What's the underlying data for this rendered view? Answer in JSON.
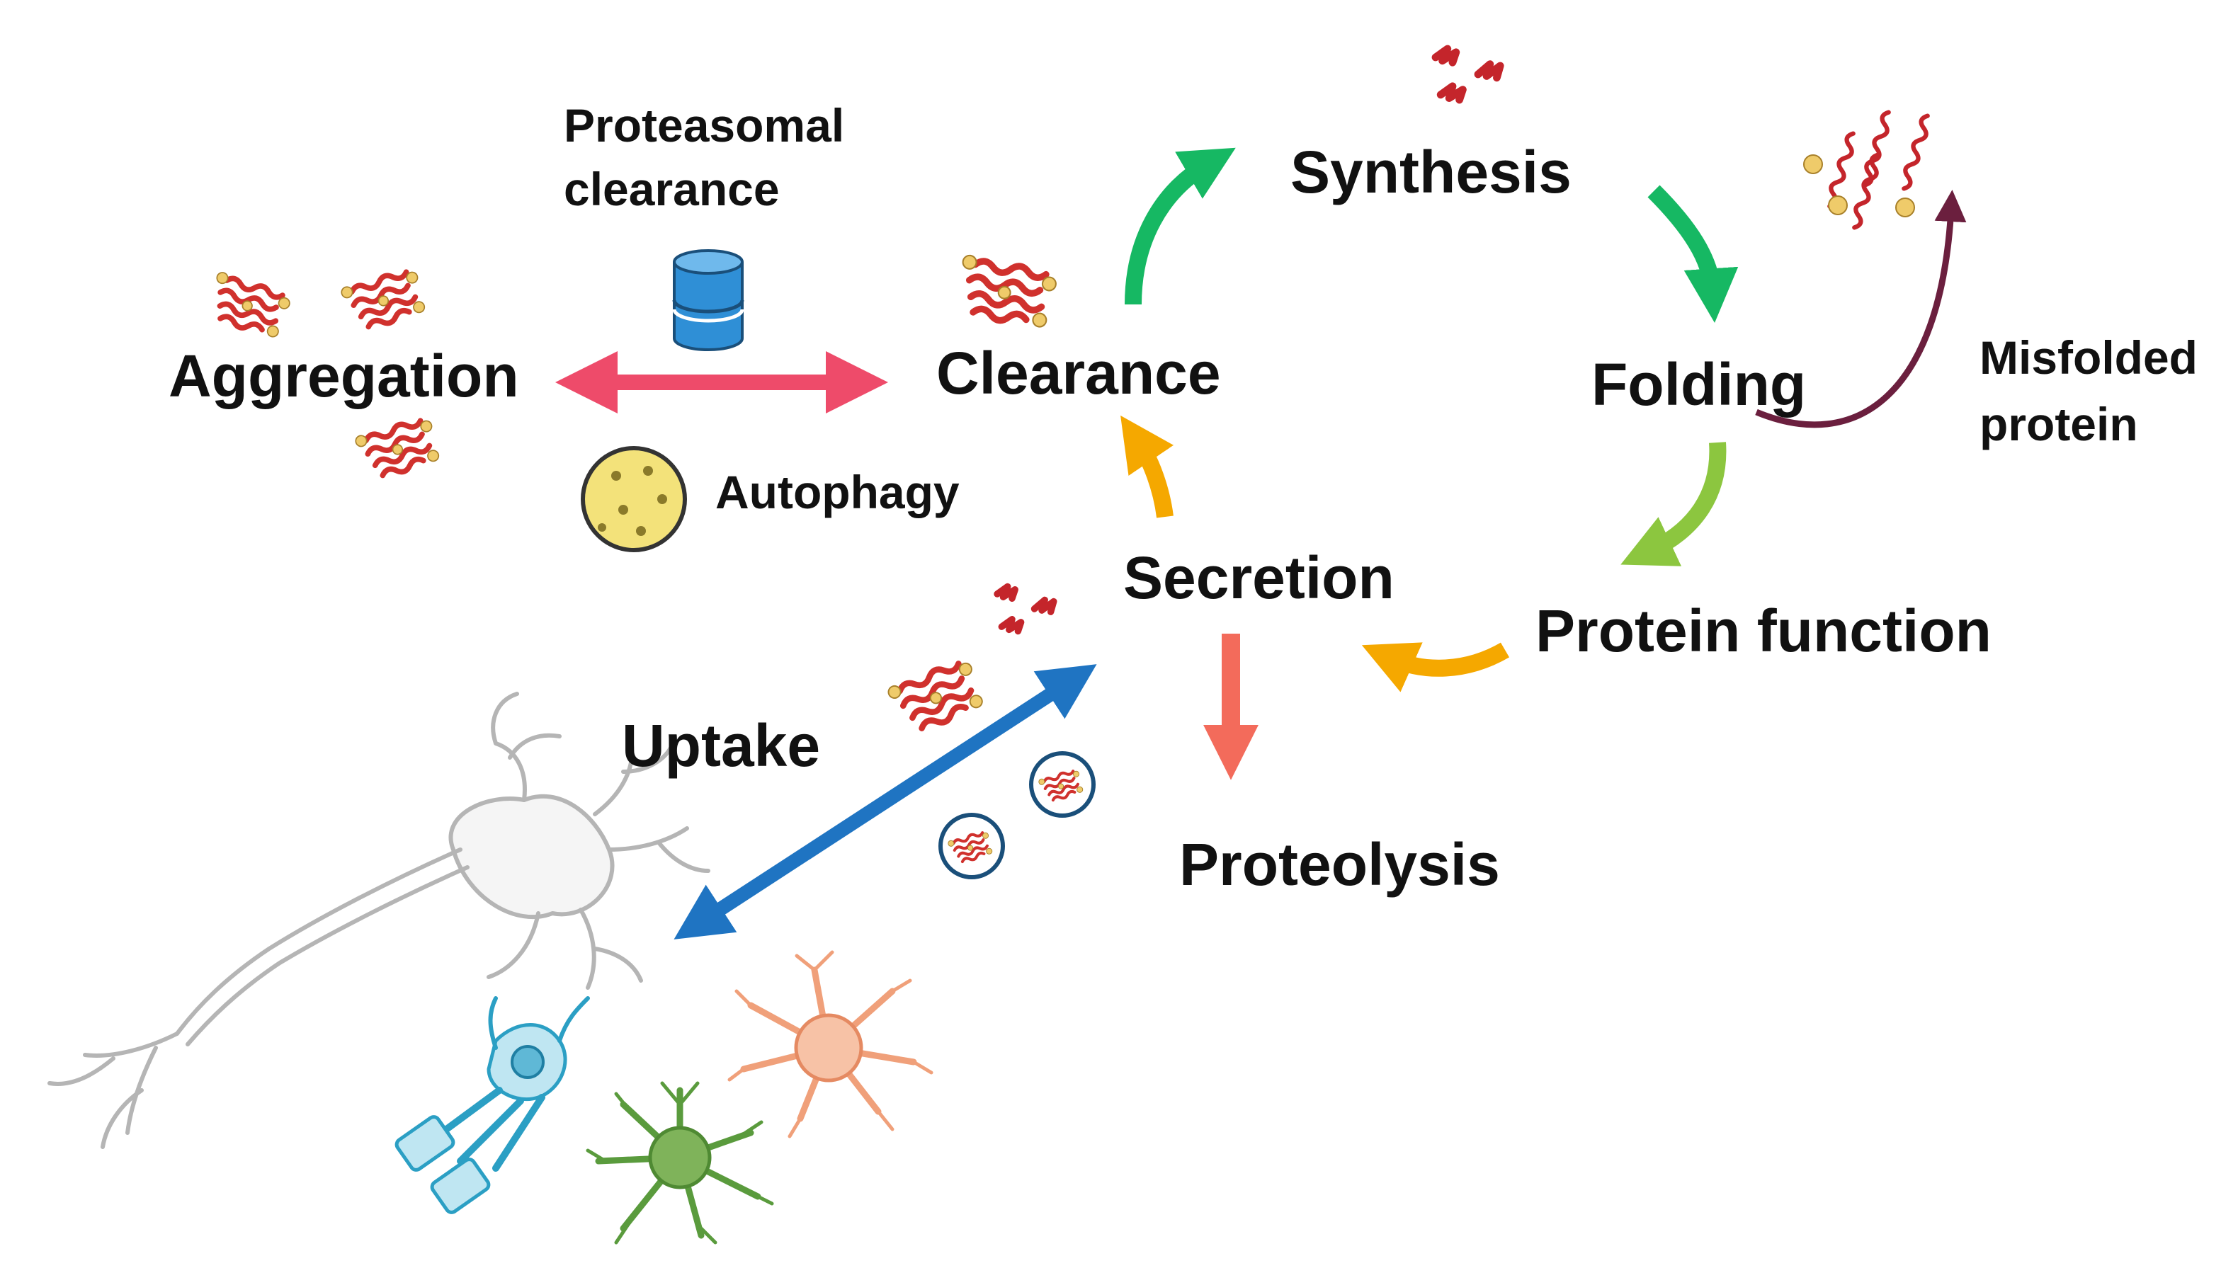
{
  "diagram": {
    "nodes": {
      "aggregation": "Aggregation",
      "clearance": "Clearance",
      "synthesis": "Synthesis",
      "folding": "Folding",
      "protein_function": "Protein function",
      "secretion": "Secretion",
      "proteolysis": "Proteolysis",
      "uptake": "Uptake"
    },
    "annotations": {
      "proteasomal_line1": "Proteasomal",
      "proteasomal_line2": "clearance",
      "autophagy": "Autophagy",
      "misfolded_line1": "Misfolded",
      "misfolded_line2": "protein"
    },
    "icons": [
      "protein-aggregate-icon",
      "proteasome-icon",
      "autophagosome-icon",
      "protein-chain-icon",
      "vesicle-icon",
      "neuron-icon",
      "astrocyte-icon",
      "microglia-icon",
      "oligodendrocyte-icon"
    ],
    "colors": {
      "aggregation_clearance": "#ee4b6a",
      "synthesis_folding": "#16b863",
      "folding_function": "#8cc63f",
      "to_clearance_secretion": "#f5a800",
      "proteolysis": "#f36b5b",
      "uptake": "#1f74c2",
      "misfolded": "#6b1f3e",
      "protein": "#d0312d",
      "proteasome": "#2f8fd6",
      "autophagosome": "#f3e27a"
    }
  }
}
